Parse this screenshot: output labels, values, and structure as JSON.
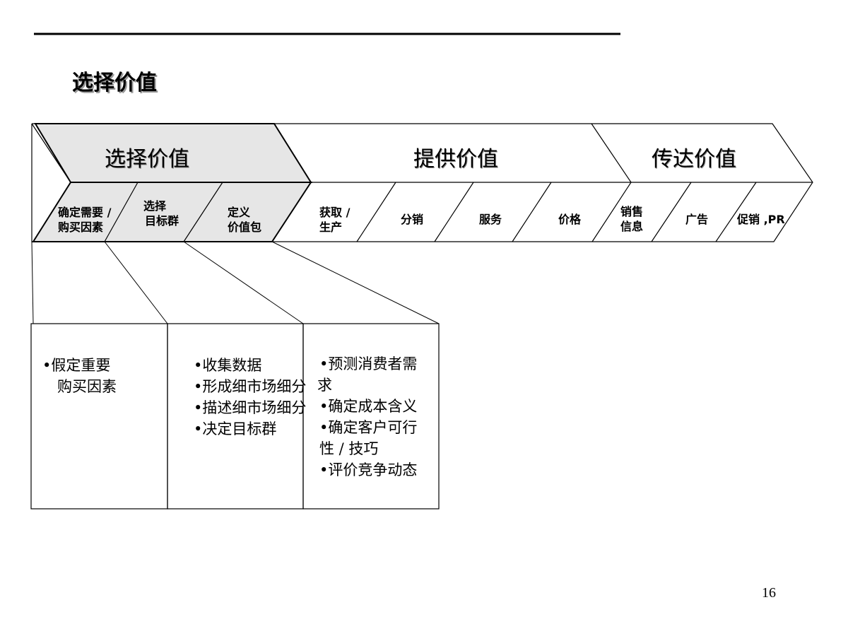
{
  "slide": {
    "title": "选择价值",
    "page_number": "16",
    "stages": [
      "选择价值",
      "提供价值",
      "传达价值"
    ],
    "steps": [
      [
        "确定需要 /",
        "购买因素"
      ],
      [
        "选择",
        "目标群"
      ],
      [
        "定义",
        "价值包"
      ],
      [
        "获取 /",
        "生产"
      ],
      [
        "分销"
      ],
      [
        "服务"
      ],
      [
        "价格"
      ],
      [
        "销售",
        "信息"
      ],
      [
        "广告"
      ],
      [
        "促销 ,PR"
      ]
    ],
    "detail_boxes": [
      [
        "•假定重要",
        "　购买因素"
      ],
      [
        "•收集数据",
        "•形成细市场细分",
        "•描述细市场细分",
        "•决定目标群"
      ],
      [
        "•预测消费者需",
        "求",
        "•确定成本含义",
        "•确定客户可行",
        "性 / 技巧",
        "•评价竞争动态"
      ]
    ],
    "colors": {
      "highlight_fill": "#e6e6e6",
      "line": "#000000"
    }
  }
}
